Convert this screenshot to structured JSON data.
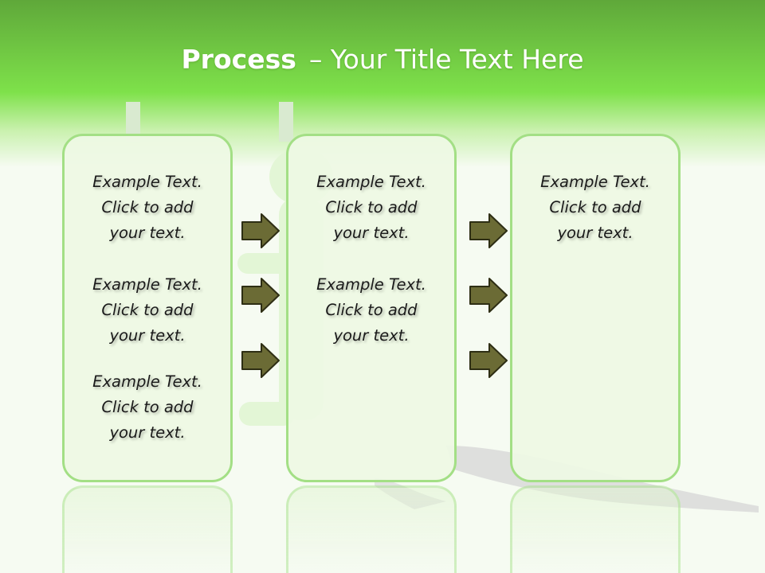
{
  "title": {
    "bold": "Process",
    "rest": "– Your Title Text Here"
  },
  "columns": [
    {
      "items": [
        [
          "Example Text.",
          "Click  to add",
          "your text."
        ],
        [
          "Example Text.",
          "Click  to add",
          "your text."
        ],
        [
          "Example Text.",
          "Click  to add",
          "your text."
        ]
      ]
    },
    {
      "items": [
        [
          "Example Text.",
          "Click  to add",
          "your text."
        ],
        [
          "Example Text.",
          "Click  to add",
          "your text."
        ]
      ]
    },
    {
      "items": [
        [
          "Example Text.",
          "Click  to add",
          "your text."
        ]
      ]
    }
  ],
  "colors": {
    "header_green": "#7ee14a",
    "header_green_dark": "#5fa83a",
    "box_border": "#a3df85",
    "box_fill": "#eef9e4",
    "arrow_fill": "#6b6b35",
    "arrow_stroke": "#2e2e14"
  }
}
